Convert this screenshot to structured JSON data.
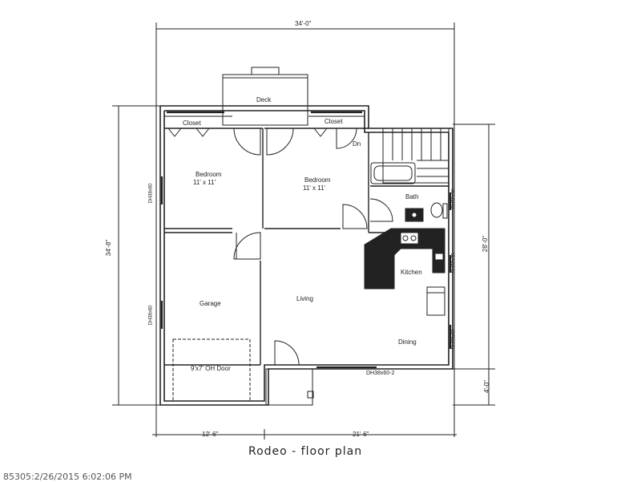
{
  "title": "Rodeo  -  floor plan",
  "stamp": "85305:2/26/2015 6:02:06 PM",
  "dimensions": {
    "top": "34'-0\"",
    "left": "34'-8\"",
    "right_main": "28'-0\"",
    "right_lower": "4'-0\"",
    "bottom_left": "12'-6\"",
    "bottom_right": "21'-6\""
  },
  "rooms": {
    "deck": "Deck",
    "closet_left": "Closet",
    "closet_right": "Closet",
    "bedroom_left": "Bedroom",
    "bedroom_left_size": "11' x 11'",
    "bedroom_right": "Bedroom",
    "bedroom_right_size": "11' x 11'",
    "stairs_down": "Dn",
    "bath": "Bath",
    "kitchen": "Kitchen",
    "living": "Living",
    "dining": "Dining",
    "garage": "Garage",
    "garage_door": "9'x7' OH Door"
  },
  "windows": {
    "bedroom_left": "DH38x60",
    "garage": "DH38x60",
    "bath": "DH32x36",
    "kitchen": "DH32x36",
    "dining": "DH38x60",
    "front": "DH38x60-2"
  }
}
